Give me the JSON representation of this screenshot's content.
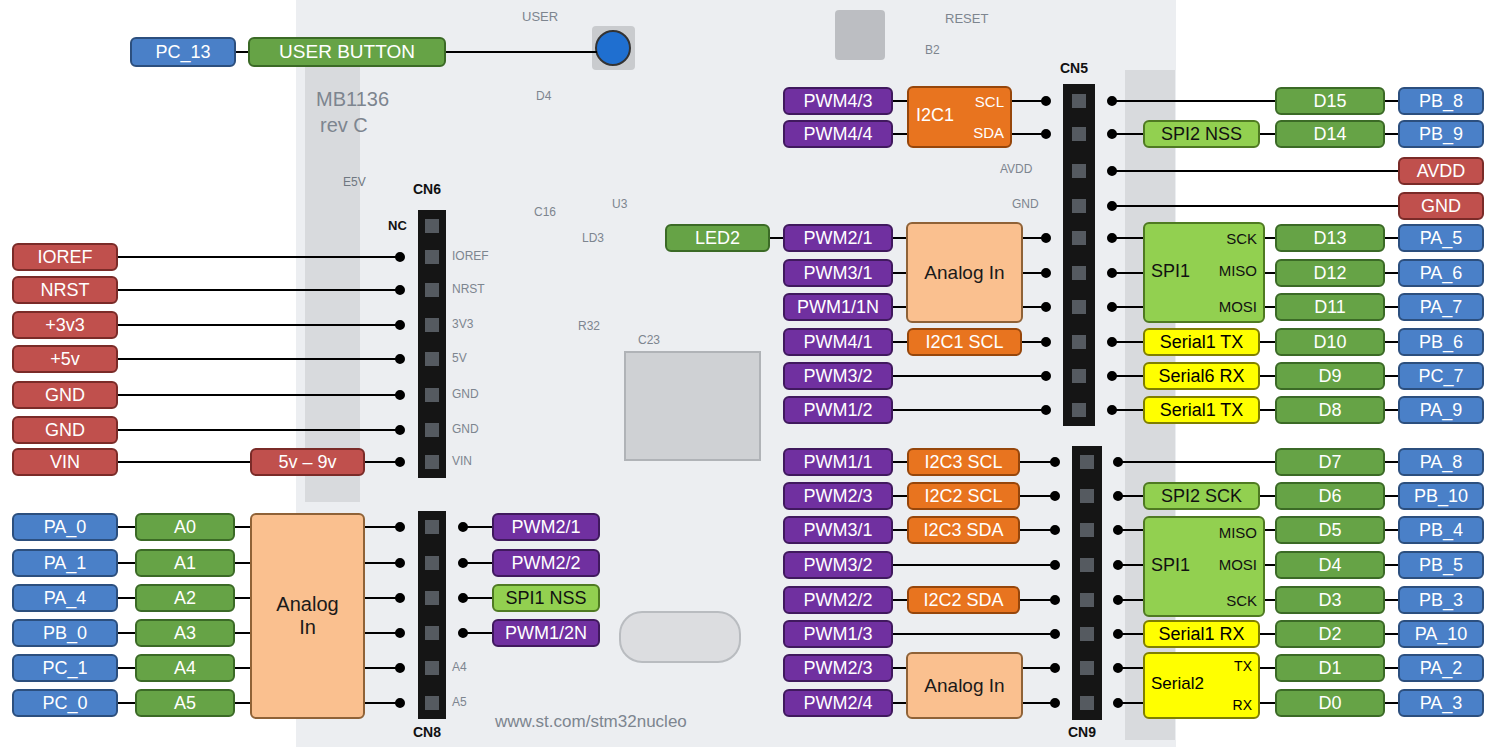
{
  "diagram": {
    "nodes": [
      {
        "text": [
          "PC_13"
        ]
      },
      {
        "text": [
          "USER BUTTON"
        ]
      },
      {
        "text": [
          "PWM4/3"
        ]
      },
      {
        "text": [
          "I2C1",
          "SCL",
          "SDA"
        ]
      },
      {
        "text": [
          "D15"
        ]
      },
      {
        "text": [
          "PB_8"
        ]
      },
      {
        "text": [
          "PWM4/4"
        ]
      },
      {
        "text": [
          "SPI2 NSS"
        ]
      },
      {
        "text": [
          "D14"
        ]
      },
      {
        "text": [
          "PB_9"
        ]
      },
      {
        "text": [
          "AVDD"
        ]
      },
      {
        "text": [
          "GND"
        ]
      },
      {
        "text": [
          "LED2"
        ]
      },
      {
        "text": [
          "PWM2/1"
        ]
      },
      {
        "text": [
          "Analog In"
        ]
      },
      {
        "text": [
          "SCK",
          "SPI1",
          "MISO",
          "MOSI"
        ]
      },
      {
        "text": [
          "D13"
        ]
      },
      {
        "text": [
          "PA_5"
        ]
      },
      {
        "text": [
          "PWM3/1"
        ]
      },
      {
        "text": [
          "D12"
        ]
      },
      {
        "text": [
          "PA_6"
        ]
      },
      {
        "text": [
          "PWM1/1N"
        ]
      },
      {
        "text": [
          "D11"
        ]
      },
      {
        "text": [
          "PA_7"
        ]
      },
      {
        "text": [
          "PWM4/1"
        ]
      },
      {
        "text": [
          "I2C1 SCL"
        ]
      },
      {
        "text": [
          "Serial1 TX"
        ]
      },
      {
        "text": [
          "D10"
        ]
      },
      {
        "text": [
          "PB_6"
        ]
      },
      {
        "text": [
          "PWM3/2"
        ]
      },
      {
        "text": [
          "Serial6 RX"
        ]
      },
      {
        "text": [
          "D9"
        ]
      },
      {
        "text": [
          "PC_7"
        ]
      },
      {
        "text": [
          "PWM1/2"
        ]
      },
      {
        "text": [
          "Serial1 TX"
        ]
      },
      {
        "text": [
          "D8"
        ]
      },
      {
        "text": [
          "PA_9"
        ]
      },
      {
        "text": [
          "IOREF"
        ]
      },
      {
        "text": [
          "NRST"
        ]
      },
      {
        "text": [
          "+3v3"
        ]
      },
      {
        "text": [
          "+5v"
        ]
      },
      {
        "text": [
          "GND"
        ]
      },
      {
        "text": [
          "GND"
        ]
      },
      {
        "text": [
          "VIN"
        ]
      },
      {
        "text": [
          "5v – 9v"
        ]
      },
      {
        "text": [
          "PWM1/1"
        ]
      },
      {
        "text": [
          "I2C3 SCL"
        ]
      },
      {
        "text": [
          "D7"
        ]
      },
      {
        "text": [
          "PA_8"
        ]
      },
      {
        "text": [
          "PWM2/3"
        ]
      },
      {
        "text": [
          "I2C2 SCL"
        ]
      },
      {
        "text": [
          "SPI2 SCK"
        ]
      },
      {
        "text": [
          "D6"
        ]
      },
      {
        "text": [
          "PB_10"
        ]
      },
      {
        "text": [
          "PWM3/1"
        ]
      },
      {
        "text": [
          "I2C3 SDA"
        ]
      },
      {
        "text": [
          "MISO",
          "SPI1",
          "MOSI",
          "SCK"
        ]
      },
      {
        "text": [
          "D5"
        ]
      },
      {
        "text": [
          "PB_4"
        ]
      },
      {
        "text": [
          "PWM3/2"
        ]
      },
      {
        "text": [
          "D4"
        ]
      },
      {
        "text": [
          "PB_5"
        ]
      },
      {
        "text": [
          "PWM2/2"
        ]
      },
      {
        "text": [
          "I2C2 SDA"
        ]
      },
      {
        "text": [
          "D3"
        ]
      },
      {
        "text": [
          "PB_3"
        ]
      },
      {
        "text": [
          "PWM1/3"
        ]
      },
      {
        "text": [
          "Serial1 RX"
        ]
      },
      {
        "text": [
          "D2"
        ]
      },
      {
        "text": [
          "PA_10"
        ]
      },
      {
        "text": [
          "PWM2/3"
        ]
      },
      {
        "text": [
          "Analog In"
        ]
      },
      {
        "text": [
          "Serial2",
          "TX",
          "RX"
        ]
      },
      {
        "text": [
          "D1"
        ]
      },
      {
        "text": [
          "PA_2"
        ]
      },
      {
        "text": [
          "PWM2/4"
        ]
      },
      {
        "text": [
          "D0"
        ]
      },
      {
        "text": [
          "PA_3"
        ]
      },
      {
        "text": [
          "PA_0"
        ]
      },
      {
        "text": [
          "A0"
        ]
      },
      {
        "text": [
          "Analog In"
        ]
      },
      {
        "text": [
          "PWM2/1"
        ]
      },
      {
        "text": [
          "PA_1"
        ]
      },
      {
        "text": [
          "A1"
        ]
      },
      {
        "text": [
          "PWM2/2"
        ]
      },
      {
        "text": [
          "PA_4"
        ]
      },
      {
        "text": [
          "A2"
        ]
      },
      {
        "text": [
          "SPI1 NSS"
        ]
      },
      {
        "text": [
          "PB_0"
        ]
      },
      {
        "text": [
          "A3"
        ]
      },
      {
        "text": [
          "PWM1/2N"
        ]
      },
      {
        "text": [
          "PC_1"
        ]
      },
      {
        "text": [
          "A4"
        ]
      },
      {
        "text": [
          "PC_0"
        ]
      },
      {
        "text": [
          "A5"
        ]
      }
    ],
    "edges": [
      {
        "from": 0,
        "to": 1,
        "arrow": "none"
      },
      {
        "from": 2,
        "to": 3,
        "arrow": "none"
      },
      {
        "from": 6,
        "to": 3,
        "arrow": "none"
      },
      {
        "from": 4,
        "to": 5,
        "arrow": "none"
      },
      {
        "from": 7,
        "to": 8,
        "arrow": "none"
      },
      {
        "from": 8,
        "to": 9,
        "arrow": "none"
      },
      {
        "from": 12,
        "to": 13,
        "arrow": "none"
      },
      {
        "from": 13,
        "to": 14,
        "arrow": "none"
      },
      {
        "from": 18,
        "to": 14,
        "arrow": "none"
      },
      {
        "from": 21,
        "to": 14,
        "arrow": "none"
      },
      {
        "from": 15,
        "to": 16,
        "arrow": "none"
      },
      {
        "from": 16,
        "to": 17,
        "arrow": "none"
      },
      {
        "from": 15,
        "to": 19,
        "arrow": "none"
      },
      {
        "from": 19,
        "to": 20,
        "arrow": "none"
      },
      {
        "from": 15,
        "to": 22,
        "arrow": "none"
      },
      {
        "from": 22,
        "to": 23,
        "arrow": "none"
      },
      {
        "from": 24,
        "to": 25,
        "arrow": "none"
      },
      {
        "from": 26,
        "to": 27,
        "arrow": "none"
      },
      {
        "from": 27,
        "to": 28,
        "arrow": "none"
      },
      {
        "from": 30,
        "to": 31,
        "arrow": "none"
      },
      {
        "from": 31,
        "to": 32,
        "arrow": "none"
      },
      {
        "from": 34,
        "to": 35,
        "arrow": "none"
      },
      {
        "from": 35,
        "to": 36,
        "arrow": "none"
      },
      {
        "from": 43,
        "to": 44,
        "arrow": "none"
      },
      {
        "from": 45,
        "to": 46,
        "arrow": "none"
      },
      {
        "from": 47,
        "to": 48,
        "arrow": "none"
      },
      {
        "from": 49,
        "to": 50,
        "arrow": "none"
      },
      {
        "from": 51,
        "to": 52,
        "arrow": "none"
      },
      {
        "from": 52,
        "to": 53,
        "arrow": "none"
      },
      {
        "from": 54,
        "to": 55,
        "arrow": "none"
      },
      {
        "from": 56,
        "to": 57,
        "arrow": "none"
      },
      {
        "from": 57,
        "to": 58,
        "arrow": "none"
      },
      {
        "from": 56,
        "to": 60,
        "arrow": "none"
      },
      {
        "from": 60,
        "to": 61,
        "arrow": "none"
      },
      {
        "from": 62,
        "to": 63,
        "arrow": "none"
      },
      {
        "from": 56,
        "to": 64,
        "arrow": "none"
      },
      {
        "from": 64,
        "to": 65,
        "arrow": "none"
      },
      {
        "from": 67,
        "to": 68,
        "arrow": "none"
      },
      {
        "from": 68,
        "to": 69,
        "arrow": "none"
      },
      {
        "from": 70,
        "to": 71,
        "arrow": "none"
      },
      {
        "from": 75,
        "to": 71,
        "arrow": "none"
      },
      {
        "from": 72,
        "to": 73,
        "arrow": "none"
      },
      {
        "from": 73,
        "to": 74,
        "arrow": "none"
      },
      {
        "from": 72,
        "to": 76,
        "arrow": "none"
      },
      {
        "from": 76,
        "to": 77,
        "arrow": "none"
      },
      {
        "from": 78,
        "to": 79,
        "arrow": "none"
      },
      {
        "from": 79,
        "to": 80,
        "arrow": "none"
      },
      {
        "from": 82,
        "to": 83,
        "arrow": "none"
      },
      {
        "from": 83,
        "to": 80,
        "arrow": "none"
      },
      {
        "from": 85,
        "to": 86,
        "arrow": "none"
      },
      {
        "from": 86,
        "to": 80,
        "arrow": "none"
      },
      {
        "from": 88,
        "to": 89,
        "arrow": "none"
      },
      {
        "from": 89,
        "to": 80,
        "arrow": "none"
      },
      {
        "from": 91,
        "to": 92,
        "arrow": "none"
      },
      {
        "from": 92,
        "to": 80,
        "arrow": "none"
      },
      {
        "from": 93,
        "to": 94,
        "arrow": "none"
      },
      {
        "from": 94,
        "to": 80,
        "arrow": "none"
      }
    ],
    "labels": [
      "NC",
      "CN6",
      "CN5",
      "CN8",
      "CN9",
      "USER",
      "RESET",
      "B2",
      "MB1136",
      "rev C",
      "E5V",
      "D4",
      "U3",
      "C16",
      "LD3",
      "R32",
      "C23",
      "AVDD",
      "GND",
      "IOREF",
      "NRST",
      "3V3",
      "5V",
      "GND",
      "GND",
      "VIN",
      "A4",
      "A5",
      "www.st.com/stm32nucleo"
    ]
  }
}
